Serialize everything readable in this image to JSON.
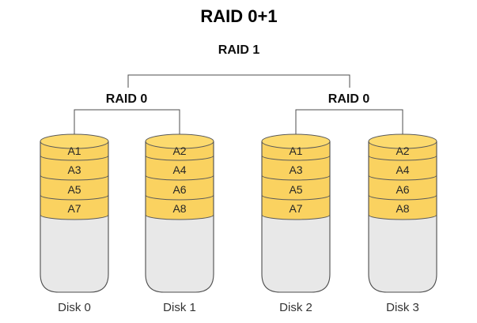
{
  "title": "RAID 0+1",
  "tree": {
    "root_label": "RAID 1",
    "groups": [
      {
        "label": "RAID 0",
        "disks": [
          {
            "name": "Disk 0",
            "segments": [
              "A1",
              "A3",
              "A5",
              "A7"
            ]
          },
          {
            "name": "Disk 1",
            "segments": [
              "A2",
              "A4",
              "A6",
              "A8"
            ]
          }
        ]
      },
      {
        "label": "RAID 0",
        "disks": [
          {
            "name": "Disk 2",
            "segments": [
              "A1",
              "A3",
              "A5",
              "A7"
            ]
          },
          {
            "name": "Disk 3",
            "segments": [
              "A2",
              "A4",
              "A6",
              "A8"
            ]
          }
        ]
      }
    ]
  },
  "colors": {
    "segment_fill": "#FAD260",
    "ellipse_fill": "#FCDA6E",
    "body_fill": "#E8E8E8",
    "outline": "#4D4D4D"
  }
}
